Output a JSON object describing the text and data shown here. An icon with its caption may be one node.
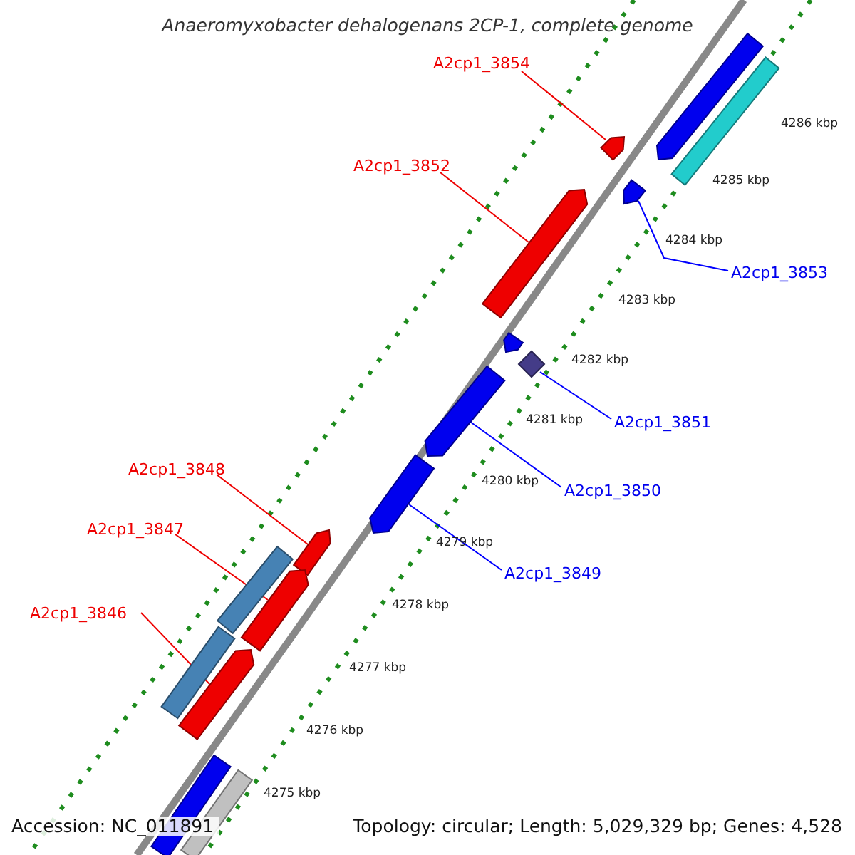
{
  "diagram": {
    "title": "Anaeromyxobacter dehalogenans 2CP-1, complete genome",
    "nodes": [
      {
        "text": [
          "A2cp1_3854"
        ]
      },
      {
        "text": [
          "A2cp1_3852"
        ]
      },
      {
        "text": [
          "A2cp1_3853"
        ]
      },
      {
        "text": [
          "A2cp1_3851"
        ]
      },
      {
        "text": [
          "A2cp1_3850"
        ]
      },
      {
        "text": [
          "A2cp1_3848"
        ]
      },
      {
        "text": [
          "A2cp1_3847"
        ]
      },
      {
        "text": [
          "A2cp1_3849"
        ]
      },
      {
        "text": [
          "A2cp1_3846"
        ]
      },
      {
        "text": [],
        "shape": "pentagon"
      },
      {
        "text": [],
        "shape": "bar"
      },
      {
        "text": [],
        "shape": "pentagon"
      },
      {
        "text": [],
        "shape": "pentagon"
      },
      {
        "text": [],
        "shape": "pentagon"
      },
      {
        "text": [],
        "shape": "pentagon"
      },
      {
        "text": [],
        "shape": "diamond"
      },
      {
        "text": [],
        "shape": "pentagon"
      },
      {
        "text": [],
        "shape": "pentagon"
      },
      {
        "text": [],
        "shape": "pentagon"
      },
      {
        "text": [],
        "shape": "bar"
      },
      {
        "text": [],
        "shape": "pentagon"
      },
      {
        "text": [],
        "shape": "bar"
      },
      {
        "text": [],
        "shape": "pentagon"
      },
      {
        "text": [],
        "shape": "bar"
      },
      {
        "text": [],
        "shape": "bar"
      }
    ],
    "edges": [
      {
        "from": 0,
        "to": 11,
        "arrow": "none"
      },
      {
        "from": 1,
        "to": 13,
        "arrow": "none"
      },
      {
        "from": 2,
        "to": 12,
        "arrow": "none",
        "color": "#0000ff"
      },
      {
        "from": 3,
        "to": 15,
        "arrow": "none",
        "color": "#0000ff"
      },
      {
        "from": 4,
        "to": 16,
        "arrow": "none",
        "color": "#0000ff"
      },
      {
        "from": 5,
        "to": 18,
        "arrow": "none"
      },
      {
        "from": 6,
        "to": 20,
        "arrow": "none"
      },
      {
        "from": 7,
        "to": 17,
        "arrow": "none",
        "color": "#0000ff"
      },
      {
        "from": 8,
        "to": 22,
        "arrow": "none"
      }
    ],
    "labels": [
      "4286 kbp",
      "4285 kbp",
      "4284 kbp",
      "4283 kbp",
      "4282 kbp",
      "4281 kbp",
      "4280 kbp",
      "4279 kbp",
      "4278 kbp",
      "4277 kbp",
      "4276 kbp",
      "4275 kbp",
      "Accession: NC_011891",
      "Topology: circular; Length: 5,029,329 bp; Genes: 4,528"
    ]
  }
}
